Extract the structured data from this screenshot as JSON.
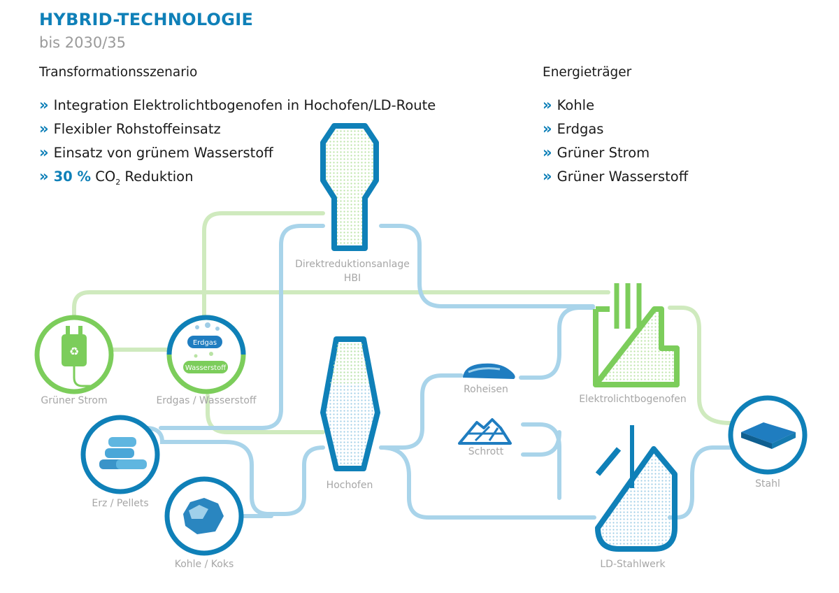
{
  "header": {
    "title": "HYBRID-TECHNOLOGIE",
    "subtitle": "bis 2030/35"
  },
  "transformation": {
    "heading": "Transformationsszenario",
    "items": [
      "Integration Elektrolichtbogenofen in Hochofen/LD-Route",
      "Flexibler Rohstoffeinsatz",
      "Einsatz von grünem Wasserstoff"
    ],
    "co2": {
      "percent": "30 %",
      "co": "CO",
      "sub": "2",
      "suffix": "Reduktion"
    }
  },
  "energy": {
    "heading": "Energieträger",
    "items": [
      "Kohle",
      "Erdgas",
      "Grüner Strom",
      "Grüner Wasserstoff"
    ]
  },
  "bullet": "»",
  "diagram": {
    "direktreduktion": {
      "line1": "Direktreduktionsanlage",
      "line2": "HBI"
    },
    "hochofen": "Hochofen",
    "gruener_strom": "Grüner Strom",
    "erdgas_wasserstoff": "Erdgas / Wasserstoff",
    "erdgas_badge": "Erdgas",
    "wasserstoff_badge": "Wasserstoff",
    "erz_pellets": "Erz / Pellets",
    "kohle_koks": "Kohle / Koks",
    "roheisen": "Roheisen",
    "schrott": "Schrott",
    "elektrolichtbogenofen": "Elektrolichtbogenofen",
    "ld_stahlwerk": "LD-Stahlwerk",
    "stahl": "Stahl"
  },
  "colors": {
    "blue": "#0f80b8",
    "light_blue": "#a9d4ea",
    "green": "#7ccd5b",
    "light_green": "#cfeabe",
    "label_grey": "#a6a6a6"
  }
}
